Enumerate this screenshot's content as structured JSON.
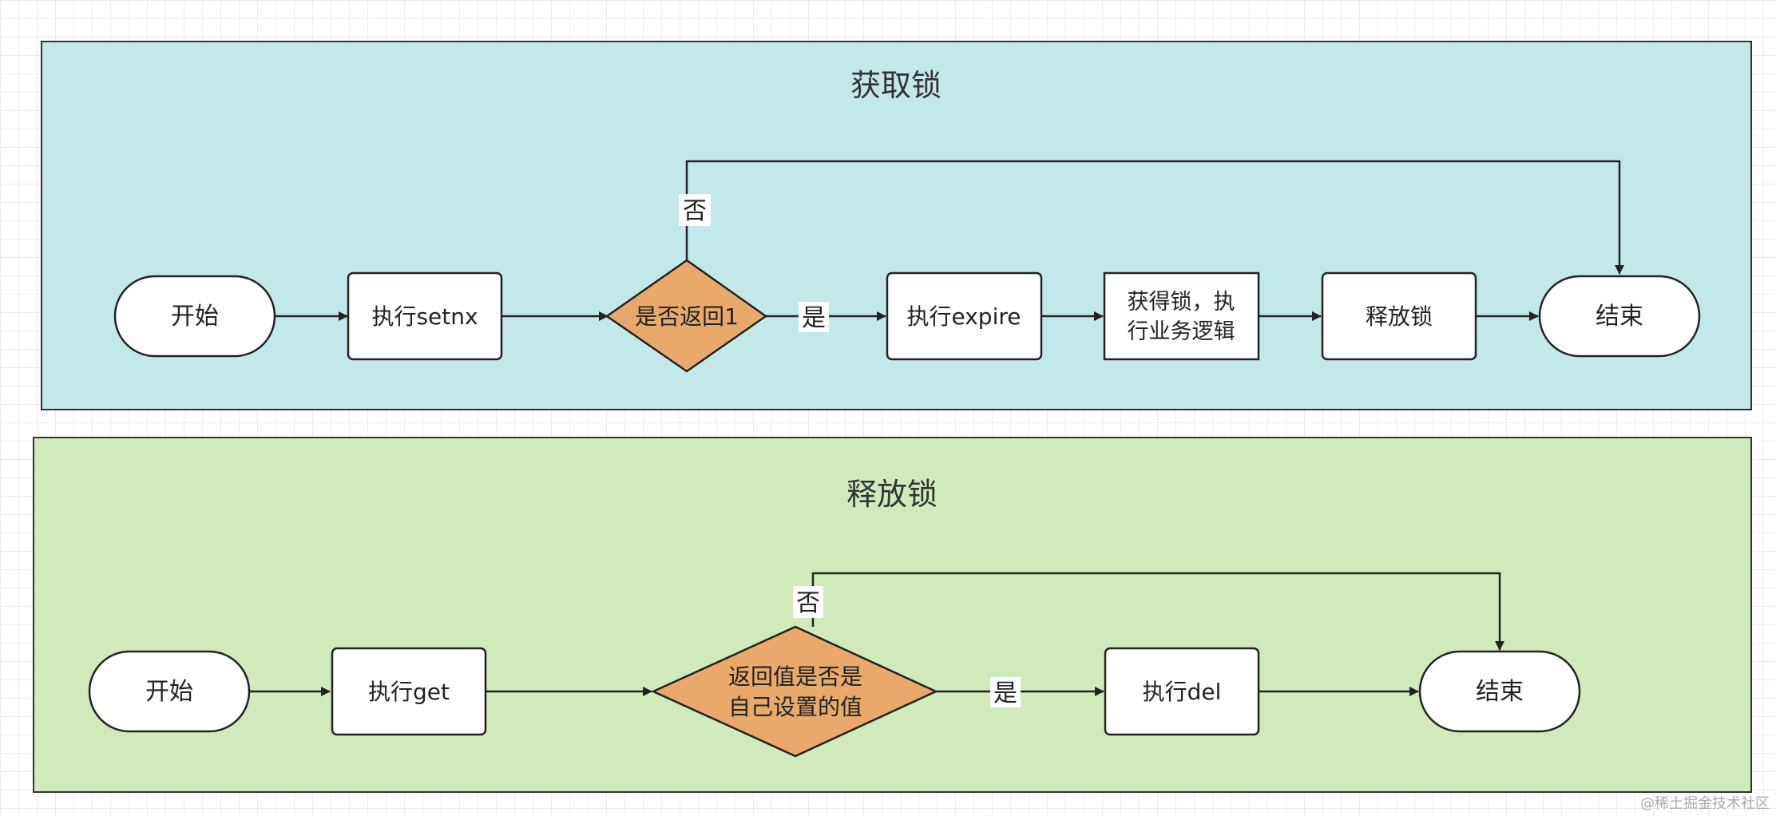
{
  "colors": {
    "acquire_panel": "#c3e8ea",
    "release_panel": "#d0eabc",
    "decision_fill": "#e8a96b",
    "stroke": "#222222",
    "node_fill": "#ffffff"
  },
  "acquire": {
    "title": "获取锁",
    "start": "开始",
    "setnx": "执行setnx",
    "decision": "是否返回1",
    "yes": "是",
    "no": "否",
    "expire": "执行expire",
    "business_line1": "获得锁，执",
    "business_line2": "行业务逻辑",
    "release": "释放锁",
    "end": "结束"
  },
  "release": {
    "title": "释放锁",
    "start": "开始",
    "get": "执行get",
    "decision_line1": "返回值是否是",
    "decision_line2": "自己设置的值",
    "yes": "是",
    "no": "否",
    "del": "执行del",
    "end": "结束"
  },
  "watermark": "@稀土掘金技术社区"
}
